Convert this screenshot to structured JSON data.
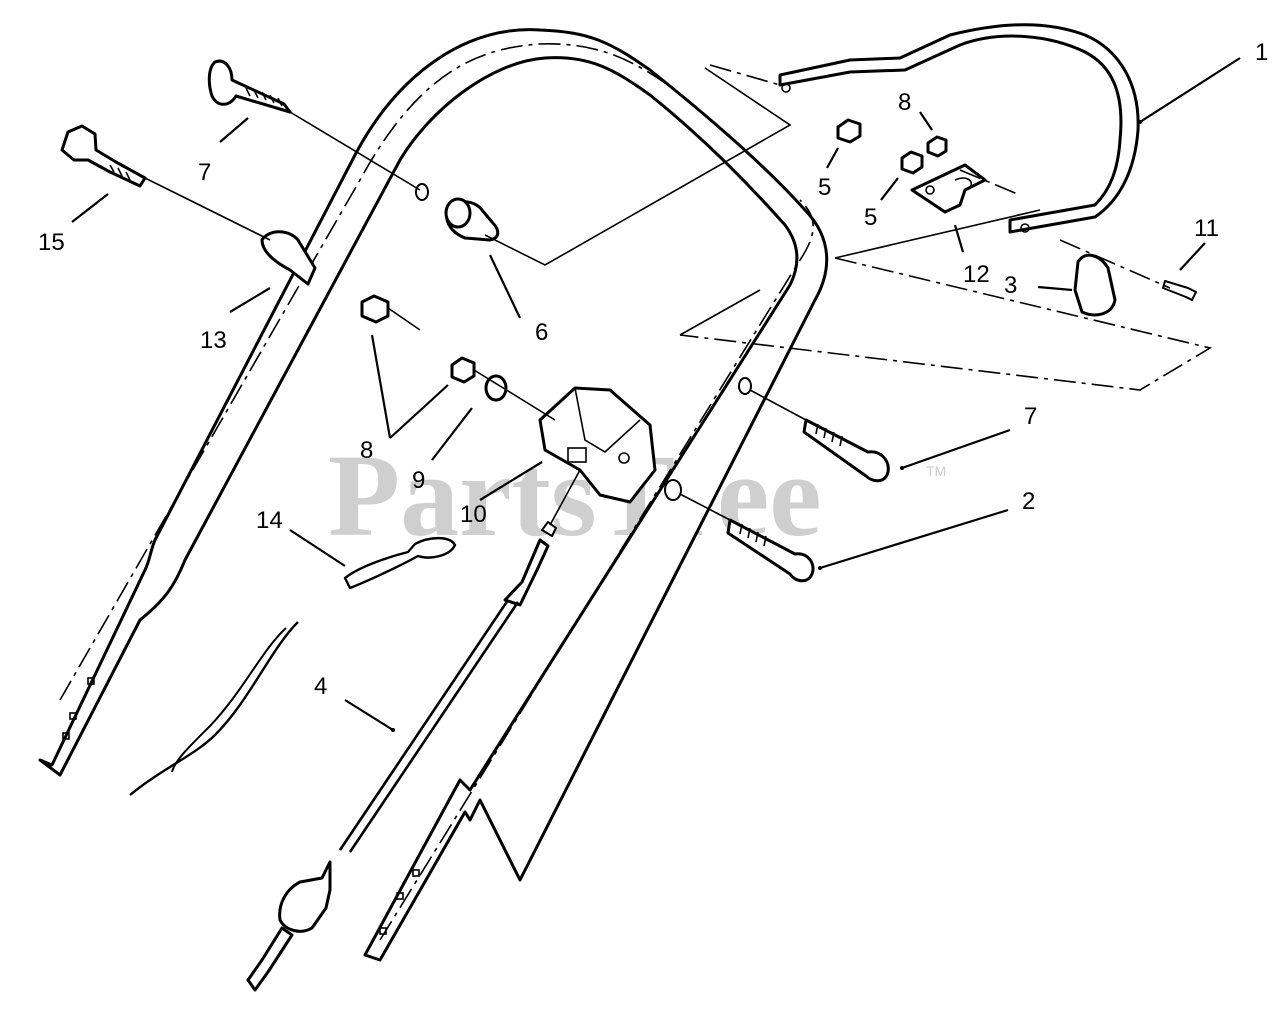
{
  "watermark": {
    "text": "PartsTree",
    "trademark": "TM"
  },
  "callouts": [
    {
      "id": "c1",
      "text": "1"
    },
    {
      "id": "c2",
      "text": "2"
    },
    {
      "id": "c3",
      "text": "3"
    },
    {
      "id": "c4",
      "text": "4"
    },
    {
      "id": "c5a",
      "text": "5"
    },
    {
      "id": "c5b",
      "text": "5"
    },
    {
      "id": "c6",
      "text": "6"
    },
    {
      "id": "c7a",
      "text": "7"
    },
    {
      "id": "c7b",
      "text": "7"
    },
    {
      "id": "c8a",
      "text": "8"
    },
    {
      "id": "c8b",
      "text": "8"
    },
    {
      "id": "c9",
      "text": "9"
    },
    {
      "id": "c10",
      "text": "10"
    },
    {
      "id": "c11",
      "text": "11"
    },
    {
      "id": "c12",
      "text": "12"
    },
    {
      "id": "c13",
      "text": "13"
    },
    {
      "id": "c14",
      "text": "14"
    },
    {
      "id": "c15",
      "text": "15"
    }
  ],
  "colors": {
    "line": "#000000",
    "background": "#ffffff",
    "watermark": "#cfcfcf"
  }
}
